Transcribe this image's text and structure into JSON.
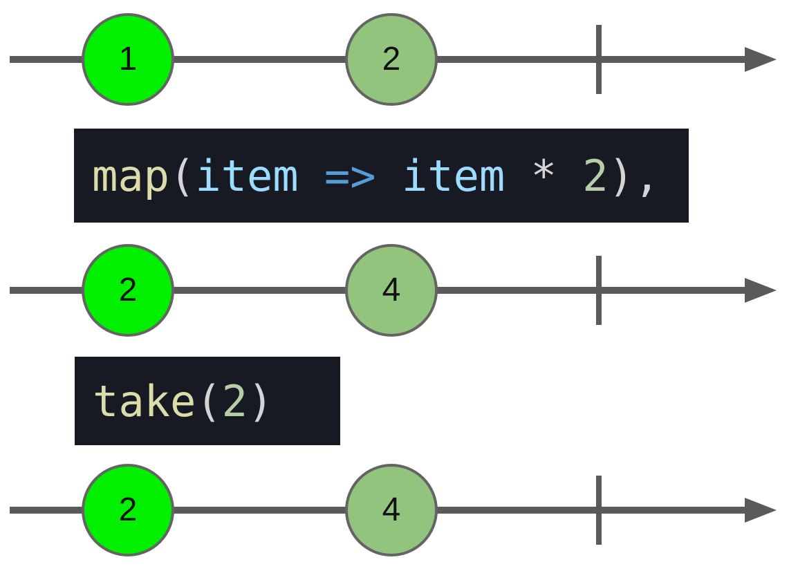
{
  "colors": {
    "line_gray": "#5a5a5a",
    "circle_border": "#646464",
    "bright_green": "#00f000",
    "muted_green": "#93c47d",
    "code_bg": "#171a23",
    "code_function": "#dcdcaa",
    "code_punct": "#d4d4d4",
    "code_param": "#9cdcfe",
    "code_operator": "#569cd6",
    "code_number": "#b5cea8"
  },
  "diagram": {
    "type": "marble-diagram",
    "streams": [
      {
        "name": "source-stream",
        "marbles": [
          {
            "label": "1",
            "style": "bright"
          },
          {
            "label": "2",
            "style": "muted"
          }
        ],
        "complete_tick": true,
        "arrow": true
      },
      {
        "name": "after-map-stream",
        "marbles": [
          {
            "label": "2",
            "style": "bright"
          },
          {
            "label": "4",
            "style": "muted"
          }
        ],
        "complete_tick": true,
        "arrow": true
      },
      {
        "name": "after-take-stream",
        "marbles": [
          {
            "label": "2",
            "style": "bright"
          },
          {
            "label": "4",
            "style": "muted"
          }
        ],
        "complete_tick": true,
        "arrow": true
      }
    ],
    "operators": [
      {
        "name": "map-operator",
        "code": "map(item => item * 2),",
        "tokens": [
          {
            "text": "map",
            "type": "function"
          },
          {
            "text": "(",
            "type": "punct"
          },
          {
            "text": "item",
            "type": "param"
          },
          {
            "text": " ",
            "type": "plain"
          },
          {
            "text": "=>",
            "type": "operator"
          },
          {
            "text": " ",
            "type": "plain"
          },
          {
            "text": "item",
            "type": "param"
          },
          {
            "text": " ",
            "type": "plain"
          },
          {
            "text": "*",
            "type": "punct"
          },
          {
            "text": " ",
            "type": "plain"
          },
          {
            "text": "2",
            "type": "number"
          },
          {
            "text": "),",
            "type": "punct"
          }
        ]
      },
      {
        "name": "take-operator",
        "code": "take(2)",
        "tokens": [
          {
            "text": "take",
            "type": "function"
          },
          {
            "text": "(",
            "type": "punct"
          },
          {
            "text": "2",
            "type": "number"
          },
          {
            "text": ")",
            "type": "punct"
          }
        ]
      }
    ]
  }
}
